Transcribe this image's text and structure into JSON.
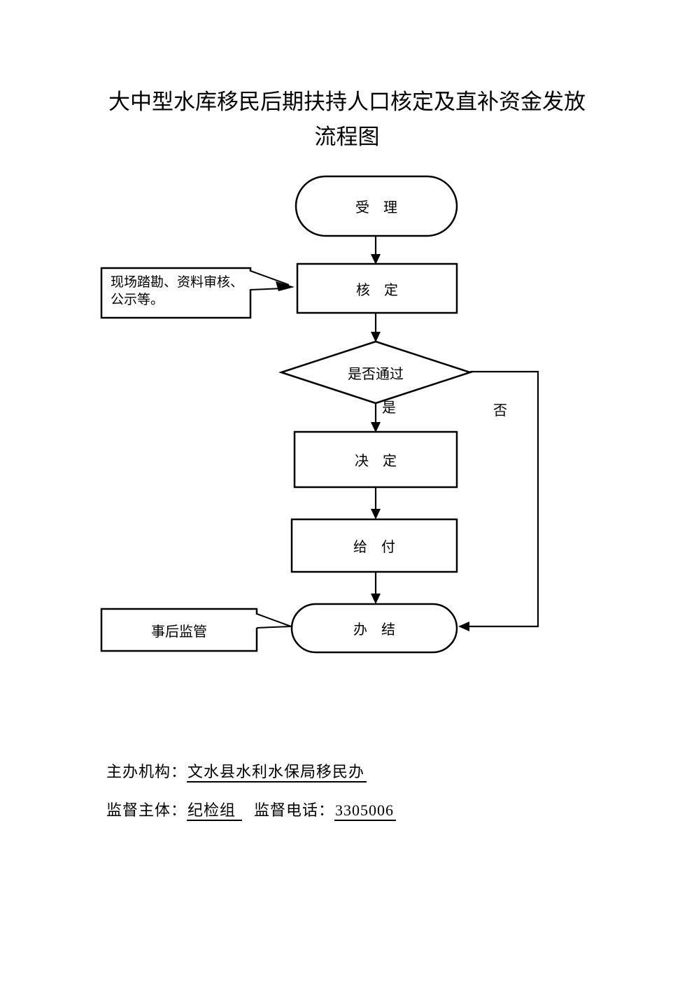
{
  "title": {
    "line1": "大中型水库移民后期扶持人口核定及直补资金发放",
    "line2": "流程图"
  },
  "flowchart": {
    "nodes": {
      "accept": "受　理",
      "verify": "核　定",
      "decision": "是否通过",
      "decide": "决　定",
      "pay": "给　付",
      "close": "办　结"
    },
    "branch_labels": {
      "yes": "是",
      "no": "否"
    },
    "callouts": {
      "verify_note_line1": "现场踏勘、资料审核、",
      "verify_note_line2": "公示等。",
      "post_supervision": "事后监管"
    }
  },
  "footer": {
    "organizer_label": "主办机构：",
    "organizer_value": "文水县水利水保局移民办",
    "supervisor_label": "监督主体：",
    "supervisor_value": "纪检组",
    "phone_label": "监督电话：",
    "phone_value": "3305006"
  },
  "colors": {
    "ink": "#000000",
    "paper": "#ffffff"
  }
}
